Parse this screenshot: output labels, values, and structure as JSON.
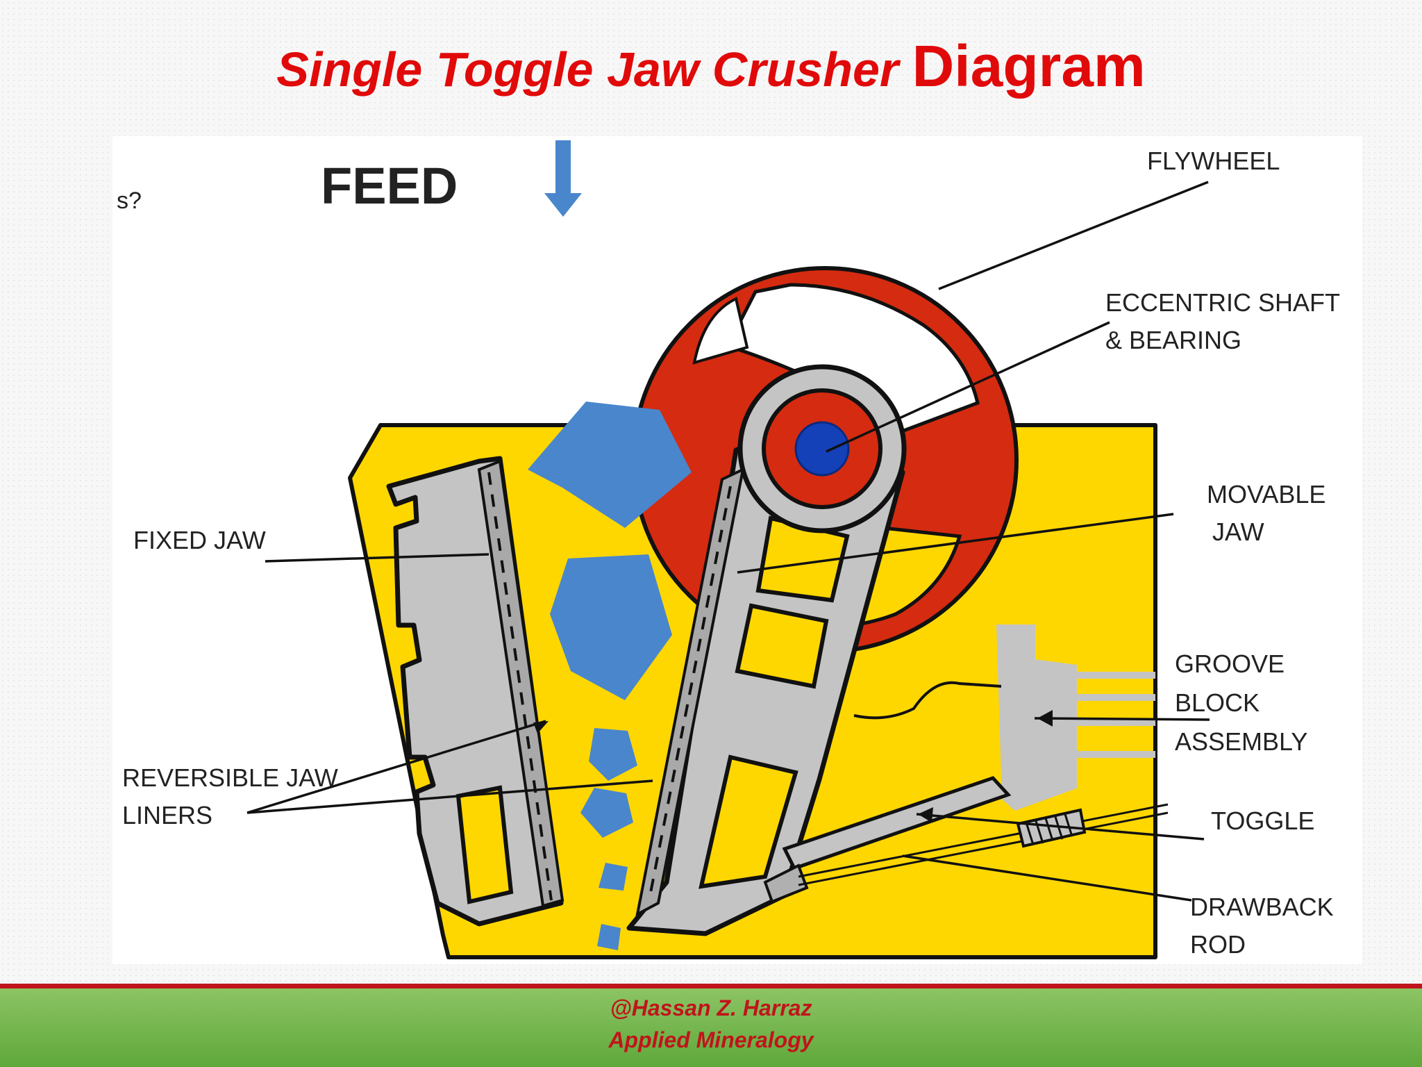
{
  "title": {
    "part1": "Single Toggle Jaw Crusher ",
    "part2": "Diagram"
  },
  "diagram": {
    "corner_text": "s?",
    "feed": "FEED",
    "labels": {
      "flywheel": "FLYWHEEL",
      "eccentric_1": "ECCENTRIC SHAFT",
      "eccentric_2": "& BEARING",
      "movable_1": "MOVABLE",
      "movable_2": "JAW",
      "fixed_jaw": "FIXED JAW",
      "groove_1": "GROOVE",
      "groove_2": "BLOCK",
      "groove_3": "ASSEMBLY",
      "liners_1": "REVERSIBLE JAW",
      "liners_2": "LINERS",
      "toggle": "TOGGLE",
      "drawback_1": "DRAWBACK",
      "drawback_2": "ROD"
    },
    "colors": {
      "frame": "#ffd700",
      "flywheel": "#d52b10",
      "shaft": "#1440b8",
      "rock": "#4a86cc",
      "steel": "#c4c4c4",
      "outline": "#111111"
    }
  },
  "footer": {
    "author": "@Hassan Z. Harraz",
    "course": "Applied Mineralogy",
    "colors": {
      "band": "#6cb347",
      "rule": "#c0141b"
    }
  }
}
